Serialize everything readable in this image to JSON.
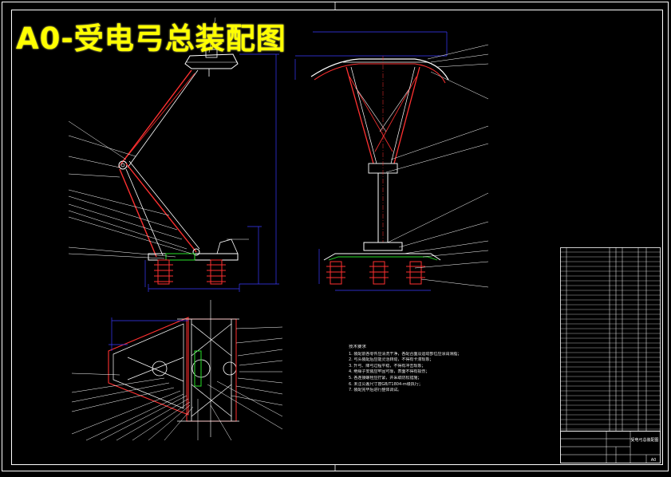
{
  "drawing": {
    "title": "A0-受电弓总装配图"
  },
  "title_block": {
    "name": "受电弓总装配图",
    "sheet": "A0"
  },
  "notes": {
    "heading": "技术要求",
    "lines": [
      "1. 装配前各零件应清洗干净，各配合面及运动部位应涂润滑脂；",
      "2. 弓头装配后应能灵活转动，不得有卡滞现象；",
      "3. 升弓、降弓过程平稳，不得有冲击现象；",
      "4. 绝缘子安装应牢固可靠，表面不得有损伤；",
      "5. 各连接螺栓应拧紧，并采取防松措施；",
      "6. 未注公差尺寸按GB/T1804-m级执行；",
      "7. 装配完毕后进行整体调试。"
    ]
  },
  "colors": {
    "frame": "#ffffff",
    "structure": "#ffffff",
    "members": "#ff3030",
    "dimensions": "#3a3aff",
    "green": "#28e028",
    "title": "#ffff00",
    "leaders": "#ffffff"
  }
}
